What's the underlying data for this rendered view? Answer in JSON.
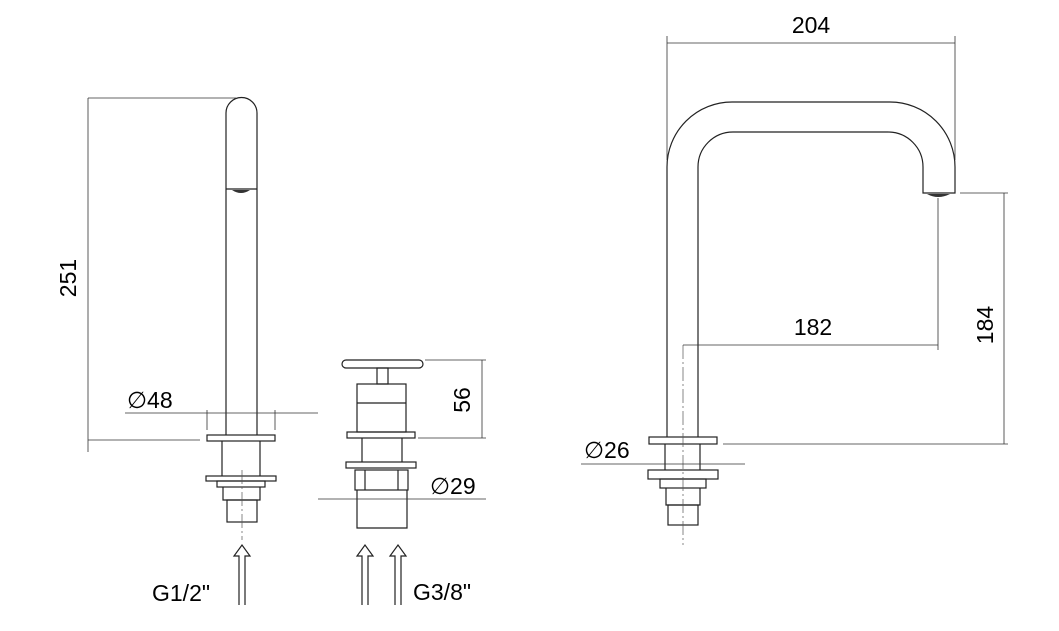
{
  "drawing": {
    "left_spout": {
      "height_dim": "251",
      "base_diameter": "∅48",
      "connection": "G1/2\""
    },
    "handle_valve": {
      "height_dim": "56",
      "base_diameter": "∅29",
      "connection": "G3/8\""
    },
    "right_spout": {
      "width_dim": "204",
      "reach_dim": "182",
      "height_dim": "184",
      "base_diameter": "∅26"
    }
  }
}
